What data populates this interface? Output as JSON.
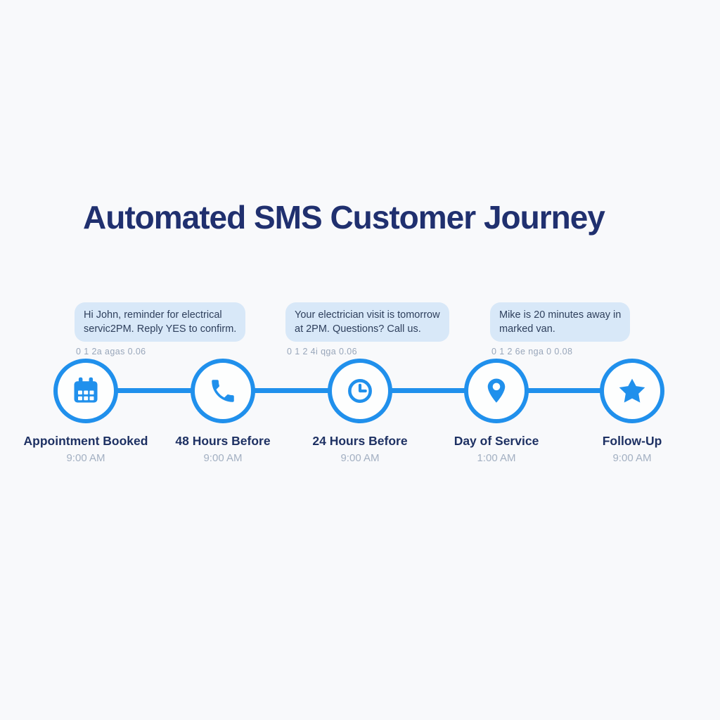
{
  "title": "Automated SMS Customer Journey",
  "colors": {
    "accent_blue": "#2090ec",
    "title_navy": "#20306f",
    "label_navy": "#1e3163",
    "bubble_background": "#d8e8f8",
    "bubble_text": "#2e3f5c",
    "muted_caption": "#98a6ba",
    "time_text": "#a3b0c2",
    "page_background": "#f8f9fb"
  },
  "messages": [
    {
      "text": "Hi John, reminder for electrical\nservic2PM. Reply YES to confirm.",
      "caption": "0 1 2a   agas 0.06"
    },
    {
      "text": "Your electrician visit is tomorrow\nat 2PM. Questions? Call us.",
      "caption": "0 1 2 4i  qga 0.06"
    },
    {
      "text": "Mike is 20 minutes away in\nmarked van.",
      "caption": "0 1 2 6e nga 0 0.08"
    }
  ],
  "steps": [
    {
      "icon": "calendar-icon",
      "label": "Appointment Booked",
      "time": "9:00 AM"
    },
    {
      "icon": "phone-icon",
      "label": "48 Hours Before",
      "time": "9:00 AM"
    },
    {
      "icon": "clock-icon",
      "label": "24 Hours Before",
      "time": "9:00 AM"
    },
    {
      "icon": "location-pin-icon",
      "label": "Day of Service",
      "time": "1:00 AM"
    },
    {
      "icon": "star-icon",
      "label": "Follow-Up",
      "time": "9:00 AM"
    }
  ]
}
